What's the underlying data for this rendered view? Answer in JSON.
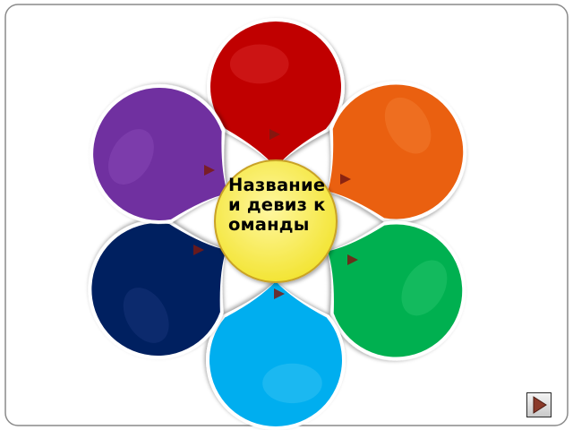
{
  "center": {
    "text": "Название и девиз команды",
    "fill": "#f7ec3c",
    "stroke": "#c9a227"
  },
  "petals": [
    {
      "id": "top",
      "color": "#c00000",
      "highlight": "#e23a3a"
    },
    {
      "id": "upper-right",
      "color": "#ea6010",
      "highlight": "#f6893f"
    },
    {
      "id": "lower-right",
      "color": "#00b050",
      "highlight": "#37cf78"
    },
    {
      "id": "bottom",
      "color": "#00aeef",
      "highlight": "#4ccbf7"
    },
    {
      "id": "lower-left",
      "color": "#002060",
      "highlight": "#213f86"
    },
    {
      "id": "upper-left",
      "color": "#7030a0",
      "highlight": "#9153c1"
    }
  ],
  "arrow_color": "#7a1a12",
  "frame_color": "#8a8a8a",
  "nav": {
    "next_icon": "play-next-icon",
    "arrow_color": "#8b3a2a"
  }
}
